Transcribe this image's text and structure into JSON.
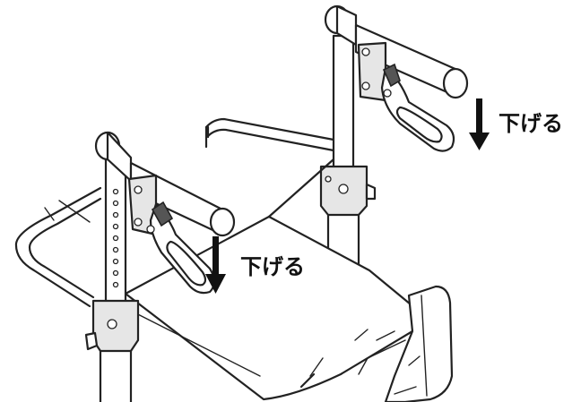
{
  "callouts": [
    {
      "label": "下げる",
      "target": "right-release-lever"
    },
    {
      "label": "下げる",
      "target": "left-release-lever"
    }
  ],
  "colors": {
    "line": "#222222",
    "arrow": "#111111",
    "background": "#ffffff"
  }
}
